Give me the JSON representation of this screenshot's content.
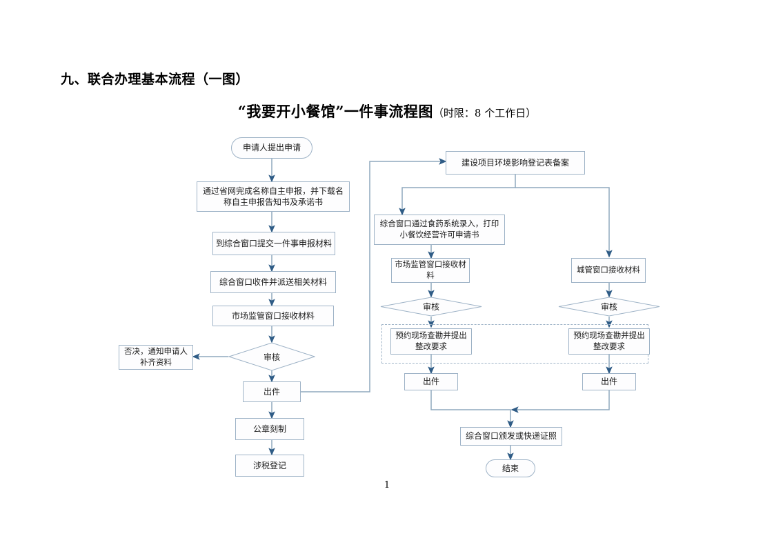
{
  "document": {
    "heading": "九、联合办理基本流程（一图）",
    "subtitle_main": "“我要开小餐馆”一件事流程图",
    "subtitle_note": "（时限：8 个工作日）",
    "page_number": "1"
  },
  "colors": {
    "node_border": "#9DB2C6",
    "node_fill": "#FDFDFE",
    "connector": "#8FA9BE",
    "arrow_head": "#2F5C86",
    "text": "#1a1a1a",
    "page_background": "#ffffff"
  },
  "flowchart": {
    "left_branch": {
      "start": "申请人提出申请",
      "step_name_declaration": "通过省网完成名称自主申报，并下载名称自主申报告知书及承诺书",
      "step_submit": "到综合窗口提交一件事申报材料",
      "step_receive_dispatch": "综合窗口收件并派送相关材料",
      "step_market_window": "市场监管窗口接收材料",
      "decision_review": "审核",
      "reject": "否决，通知申请人补齐资料",
      "output": "出件",
      "step_seal": "公章刻制",
      "step_tax": "涉税登记"
    },
    "right_branch": {
      "env_filing": "建设项目环境影响登记表备案",
      "food_drug_entry": "综合窗口通过食药系统录入，打印小餐饮经营许可申请书",
      "market_window_receive": "市场监管窗口接收材料",
      "city_admin_window_receive": "城管窗口接收材料",
      "decision_review_left": "审核",
      "decision_review_right": "审核",
      "site_survey_left": "预约现场查勘并提出整改要求",
      "site_survey_right": "预约现场查勘并提出整改要求",
      "output_left": "出件",
      "output_right": "出件",
      "issue_certificate": "综合窗口颁发或快递证照",
      "end": "结束"
    }
  }
}
